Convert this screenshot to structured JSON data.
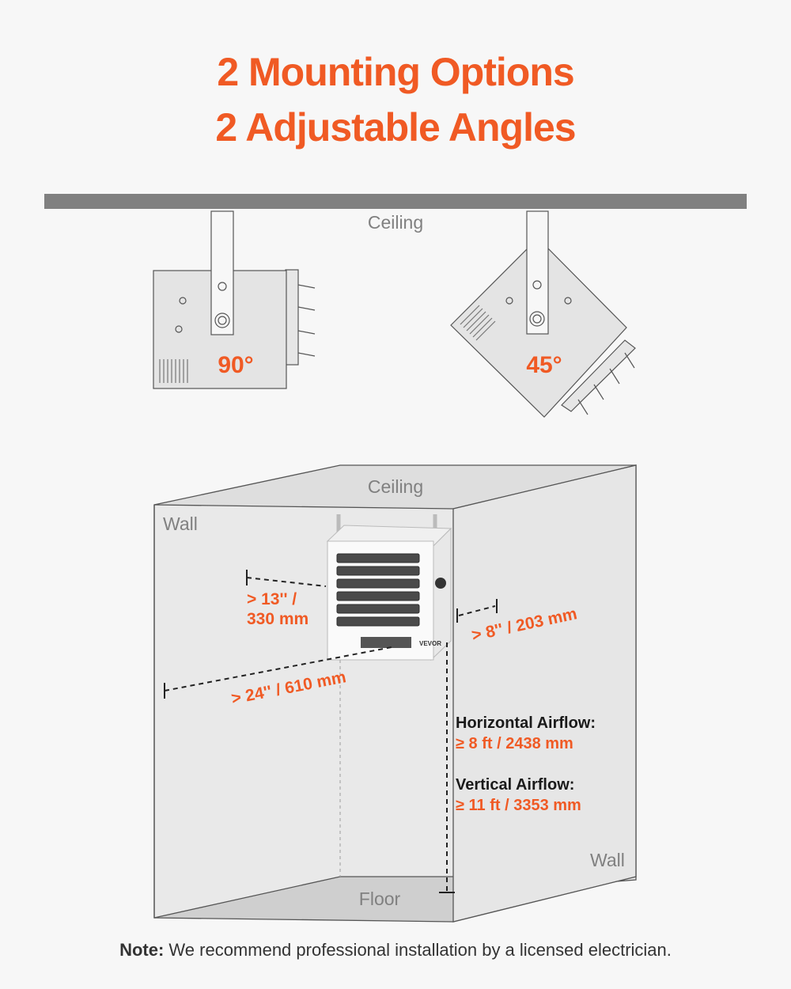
{
  "header": {
    "line1": "2 Mounting Options",
    "line2": "2 Adjustable Angles"
  },
  "mounting": {
    "ceiling_label": "Ceiling",
    "angle_a": "90°",
    "angle_b": "45°"
  },
  "room": {
    "ceiling": "Ceiling",
    "wall_left": "Wall",
    "wall_right": "Wall",
    "floor": "Floor",
    "side_clearance_line1": "> 13'' /",
    "side_clearance_line2": "330 mm",
    "rear_clearance": "> 8'' / 203 mm",
    "wall_distance": "> 24'' / 610 mm",
    "horizontal_label": "Horizontal Airflow:",
    "horizontal_value": "≥ 8 ft / 2438 mm",
    "vertical_label": "Vertical Airflow:",
    "vertical_value": "≥ 11 ft / 3353 mm",
    "brand_mark": "VEVOR"
  },
  "note": {
    "prefix": "Note:",
    "text": " We recommend professional installation by a licensed electrician."
  },
  "colors": {
    "accent": "#f05a24",
    "bar": "#808080",
    "panel": "#e4e4e4"
  }
}
